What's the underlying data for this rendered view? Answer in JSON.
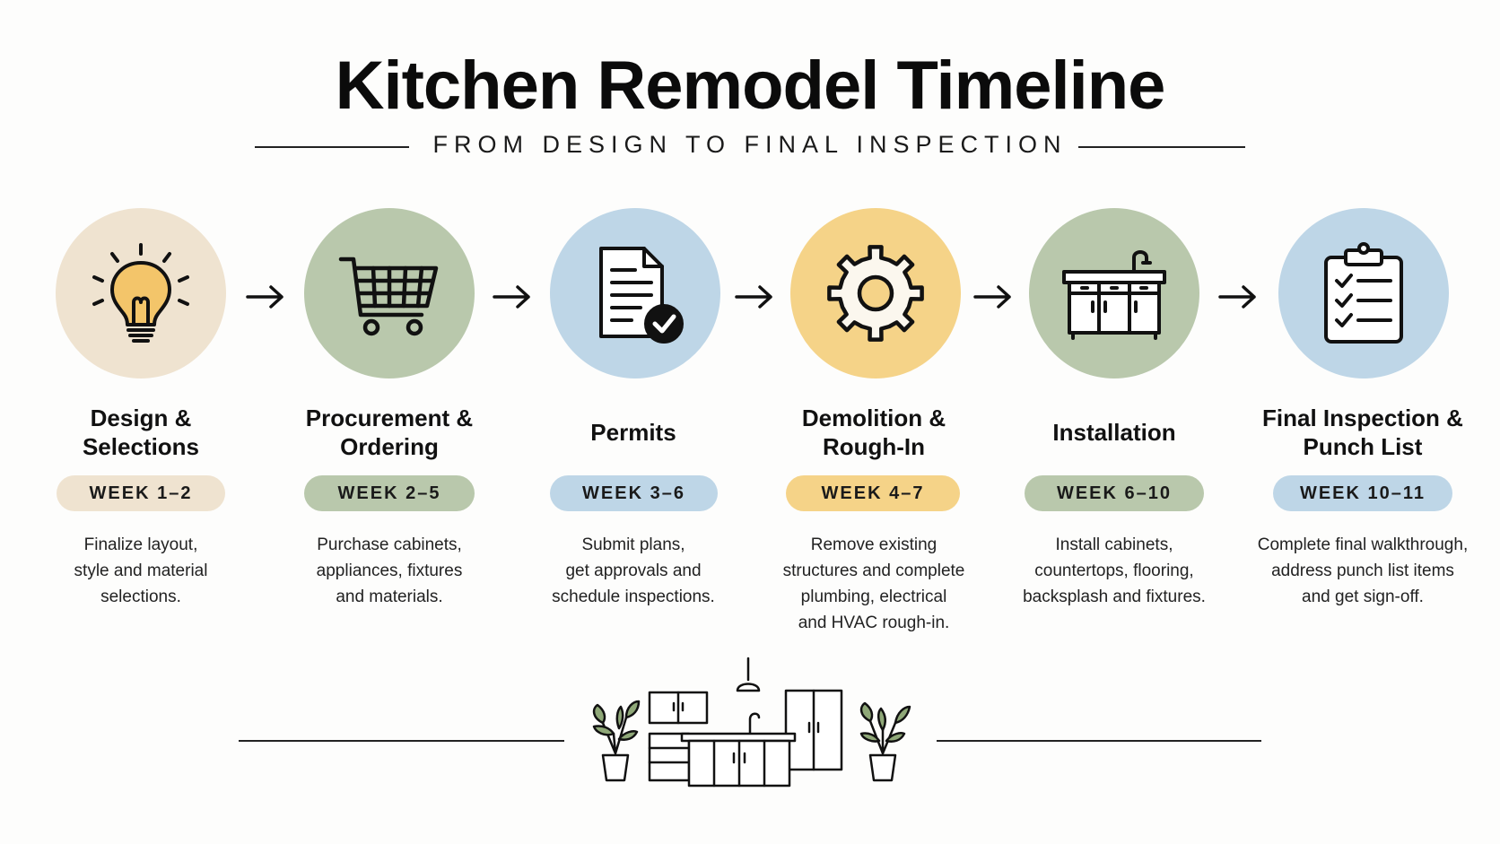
{
  "header": {
    "title": "Kitchen Remodel Timeline",
    "subtitle": "FROM DESIGN TO FINAL INSPECTION"
  },
  "colors": {
    "beige": "#efe3d0",
    "sage": "#b9c8ac",
    "blue": "#bed6e7",
    "yellow": "#f5d388",
    "bulb": "#f3c56a"
  },
  "steps": [
    {
      "icon": "lightbulb-icon",
      "title_lines": [
        "Design &",
        "Selections"
      ],
      "week": "WEEK 1–2",
      "desc_lines": [
        "Finalize layout,",
        "style and material",
        "selections."
      ]
    },
    {
      "icon": "shopping-cart-icon",
      "title_lines": [
        "Procurement &",
        "Ordering"
      ],
      "week": "WEEK 2–5",
      "desc_lines": [
        "Purchase cabinets,",
        "appliances, fixtures",
        "and materials."
      ]
    },
    {
      "icon": "document-check-icon",
      "title_lines": [
        "Permits"
      ],
      "week": "WEEK 3–6",
      "desc_lines": [
        "Submit plans,",
        "get approvals and",
        "schedule inspections."
      ]
    },
    {
      "icon": "gear-icon",
      "title_lines": [
        "Demolition &",
        "Rough-In"
      ],
      "week": "WEEK 4–7",
      "desc_lines": [
        "Remove existing",
        "structures and complete",
        "plumbing, electrical",
        "and HVAC rough-in."
      ]
    },
    {
      "icon": "sink-cabinet-icon",
      "title_lines": [
        "Installation"
      ],
      "week": "WEEK 6–10",
      "desc_lines": [
        "Install cabinets,",
        "countertops, flooring,",
        "backsplash and fixtures."
      ]
    },
    {
      "icon": "clipboard-checklist-icon",
      "title_lines": [
        "Final Inspection &",
        "Punch List"
      ],
      "week": "WEEK 10–11",
      "desc_lines": [
        "Complete final walkthrough,",
        "address punch list items",
        "and get sign-off."
      ]
    }
  ],
  "arrows": [
    "arrow-right-icon",
    "arrow-right-icon",
    "arrow-right-icon",
    "arrow-right-icon",
    "arrow-right-icon"
  ],
  "footer": {
    "illustration": "kitchen-illustration-icon"
  }
}
